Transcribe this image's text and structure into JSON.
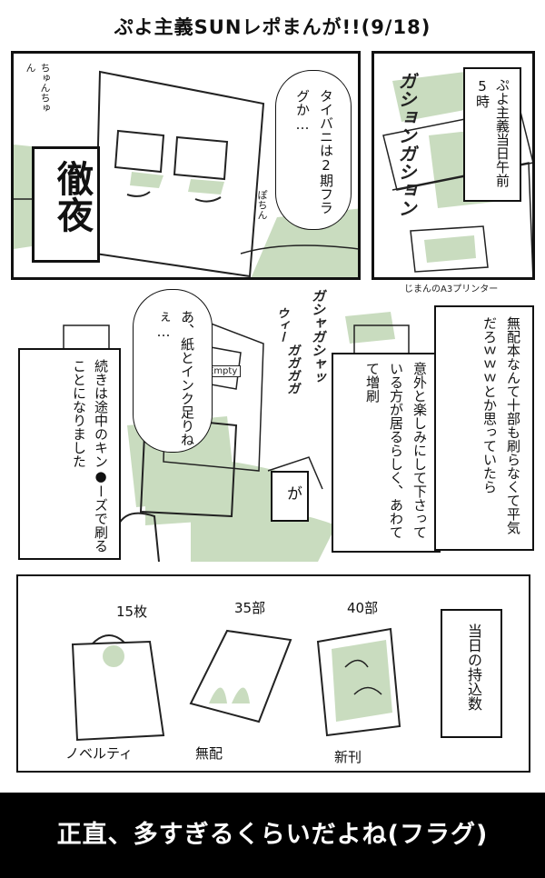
{
  "title": "ぷよ主義SUNレポまんが!!(9/18)",
  "panel1": {
    "caption": "徹夜",
    "speech": "タイバニは2期フラグか…",
    "sfx_left": "ちゅんちゅん",
    "sfx_right": "ぽちん"
  },
  "panel2": {
    "caption": "ぷよ主義当日午前5時",
    "sfx": "ガションガション",
    "note": "じまんのA3プリンター"
  },
  "panel3": {
    "caption_left": "続きは途中のキン●ーズで刷ることになりました",
    "speech": "あ、紙とインク足りねぇ…",
    "printer_label": "Empty",
    "sfx1": "ガシャガシャッ",
    "sfx2": "ウィー",
    "sfx3": "ガガガガ",
    "narration_a": "無配本なんて十部も刷らなくて平気だろｗｗｗとか思っていたら",
    "narration_b": "意外と楽しみにして下さっている方が居るらしく、あわてて増刷",
    "narration_c": "が"
  },
  "panel4": {
    "caption": "当日の持込数",
    "items": [
      {
        "count": "15枚",
        "name": "ノベルティ"
      },
      {
        "count": "35部",
        "name": "無配"
      },
      {
        "count": "40部",
        "name": "新刊"
      }
    ]
  },
  "footer": "正直、多すぎるくらいだよね(フラグ)"
}
